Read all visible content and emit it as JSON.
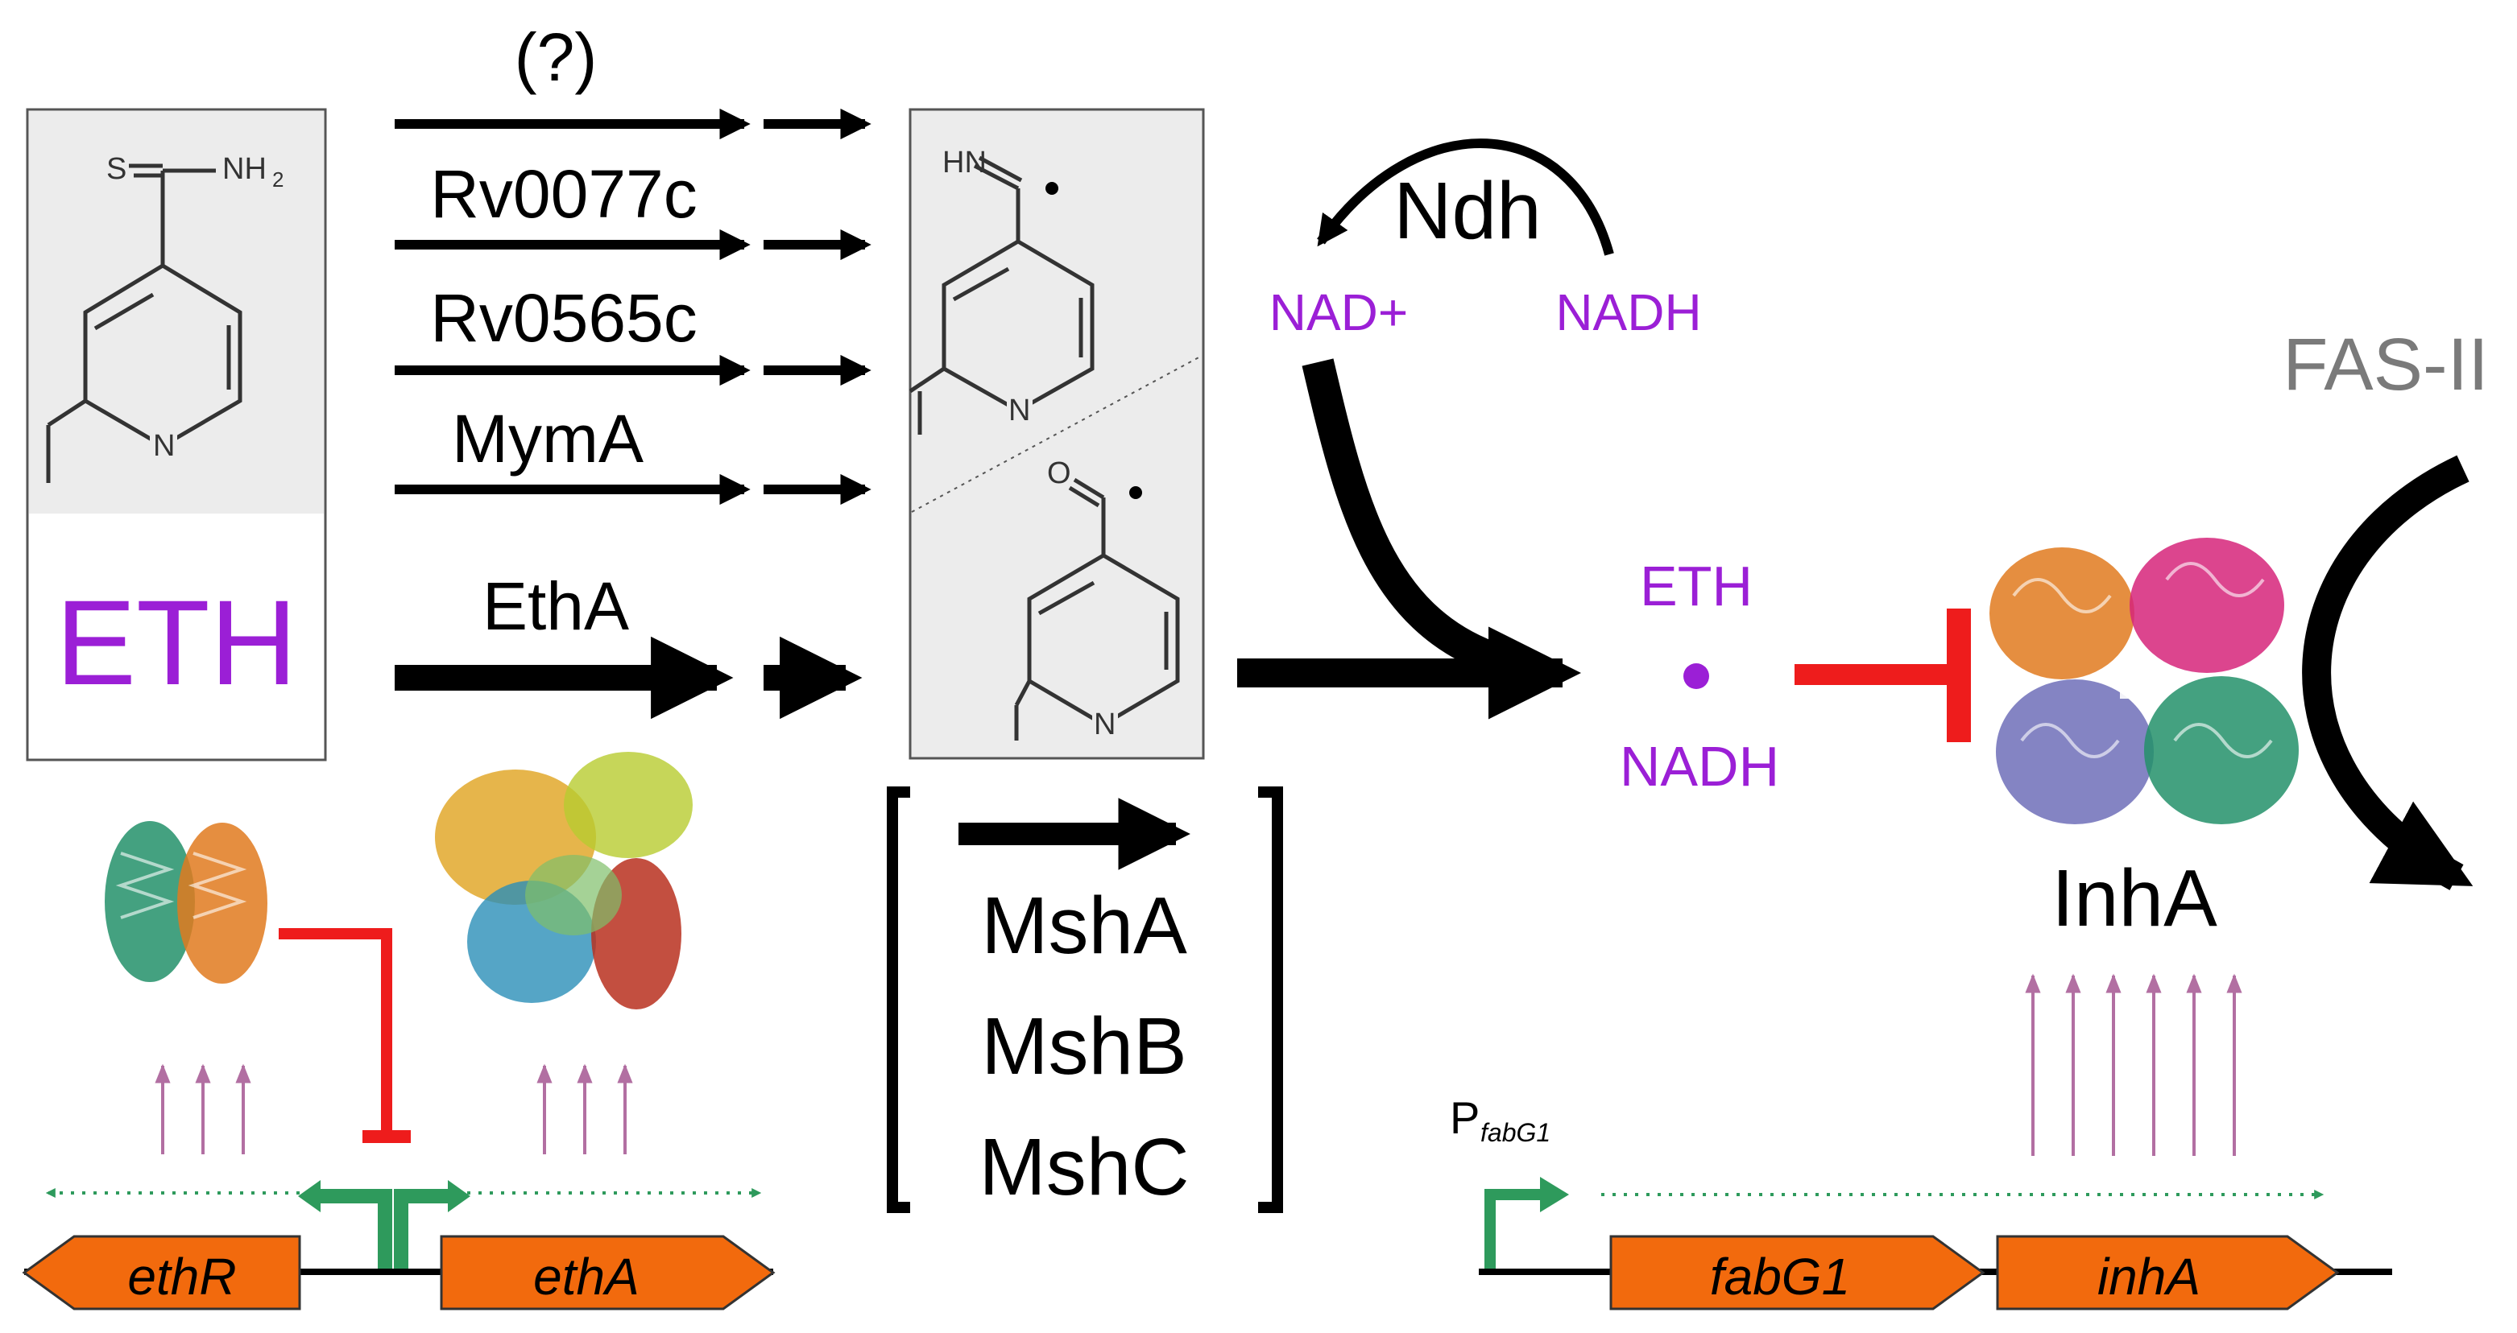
{
  "drug": {
    "name": "ETH",
    "smiles_labels": {
      "thio": "S",
      "amine": "NH",
      "amine_sub": "2",
      "ring_n": "N"
    }
  },
  "activators": [
    {
      "label": "(?)"
    },
    {
      "label": "Rv0077c"
    },
    {
      "label": "Rv0565c"
    },
    {
      "label": "MymA"
    },
    {
      "label": "EthA"
    }
  ],
  "intermediates": {
    "imine_label": "HN",
    "oxo_label": "O",
    "ring_n": "N"
  },
  "mycothiol_enzymes": [
    "MshA",
    "MshB",
    "MshC"
  ],
  "ndh_cycle": {
    "enzyme": "Ndh",
    "oxidized": "NAD+",
    "reduced": "NADH"
  },
  "adduct": {
    "top": "ETH",
    "bottom": "NADH"
  },
  "target": {
    "name": "InhA",
    "pathway": "FAS-II"
  },
  "genes_left": [
    {
      "name": "ethR",
      "direction": "left"
    },
    {
      "name": "ethA",
      "direction": "right"
    }
  ],
  "genes_right": {
    "promoter": "P",
    "promoter_sub": "fabG1",
    "genes": [
      {
        "name": "fabG1",
        "direction": "right"
      },
      {
        "name": "inhA",
        "direction": "right"
      }
    ]
  },
  "colors": {
    "purple": "#9b1fd6",
    "red": "#ee1c1c",
    "orange": "#f26a0d",
    "green": "#2e9a5c",
    "mauve": "#b26fa2",
    "grey_text": "#7a7a7a",
    "panel_fill": "#ececec"
  }
}
